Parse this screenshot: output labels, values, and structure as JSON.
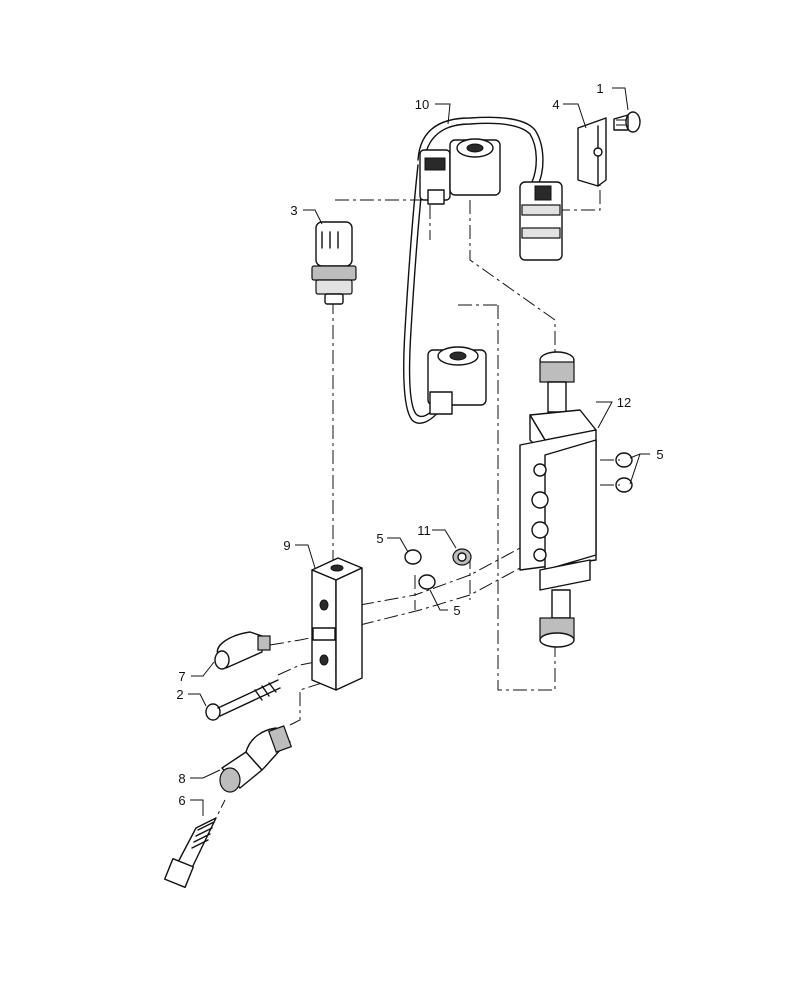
{
  "callouts": {
    "c1": "1",
    "c2": "2",
    "c3": "3",
    "c4": "4",
    "c5a": "5",
    "c5b": "5",
    "c5c": "5",
    "c6": "6",
    "c7": "7",
    "c8": "8",
    "c9": "9",
    "c10": "10",
    "c11": "11",
    "c12": "12"
  },
  "colors": {
    "line": "#111111",
    "background": "#ffffff",
    "shade": "#bdbdbd"
  }
}
